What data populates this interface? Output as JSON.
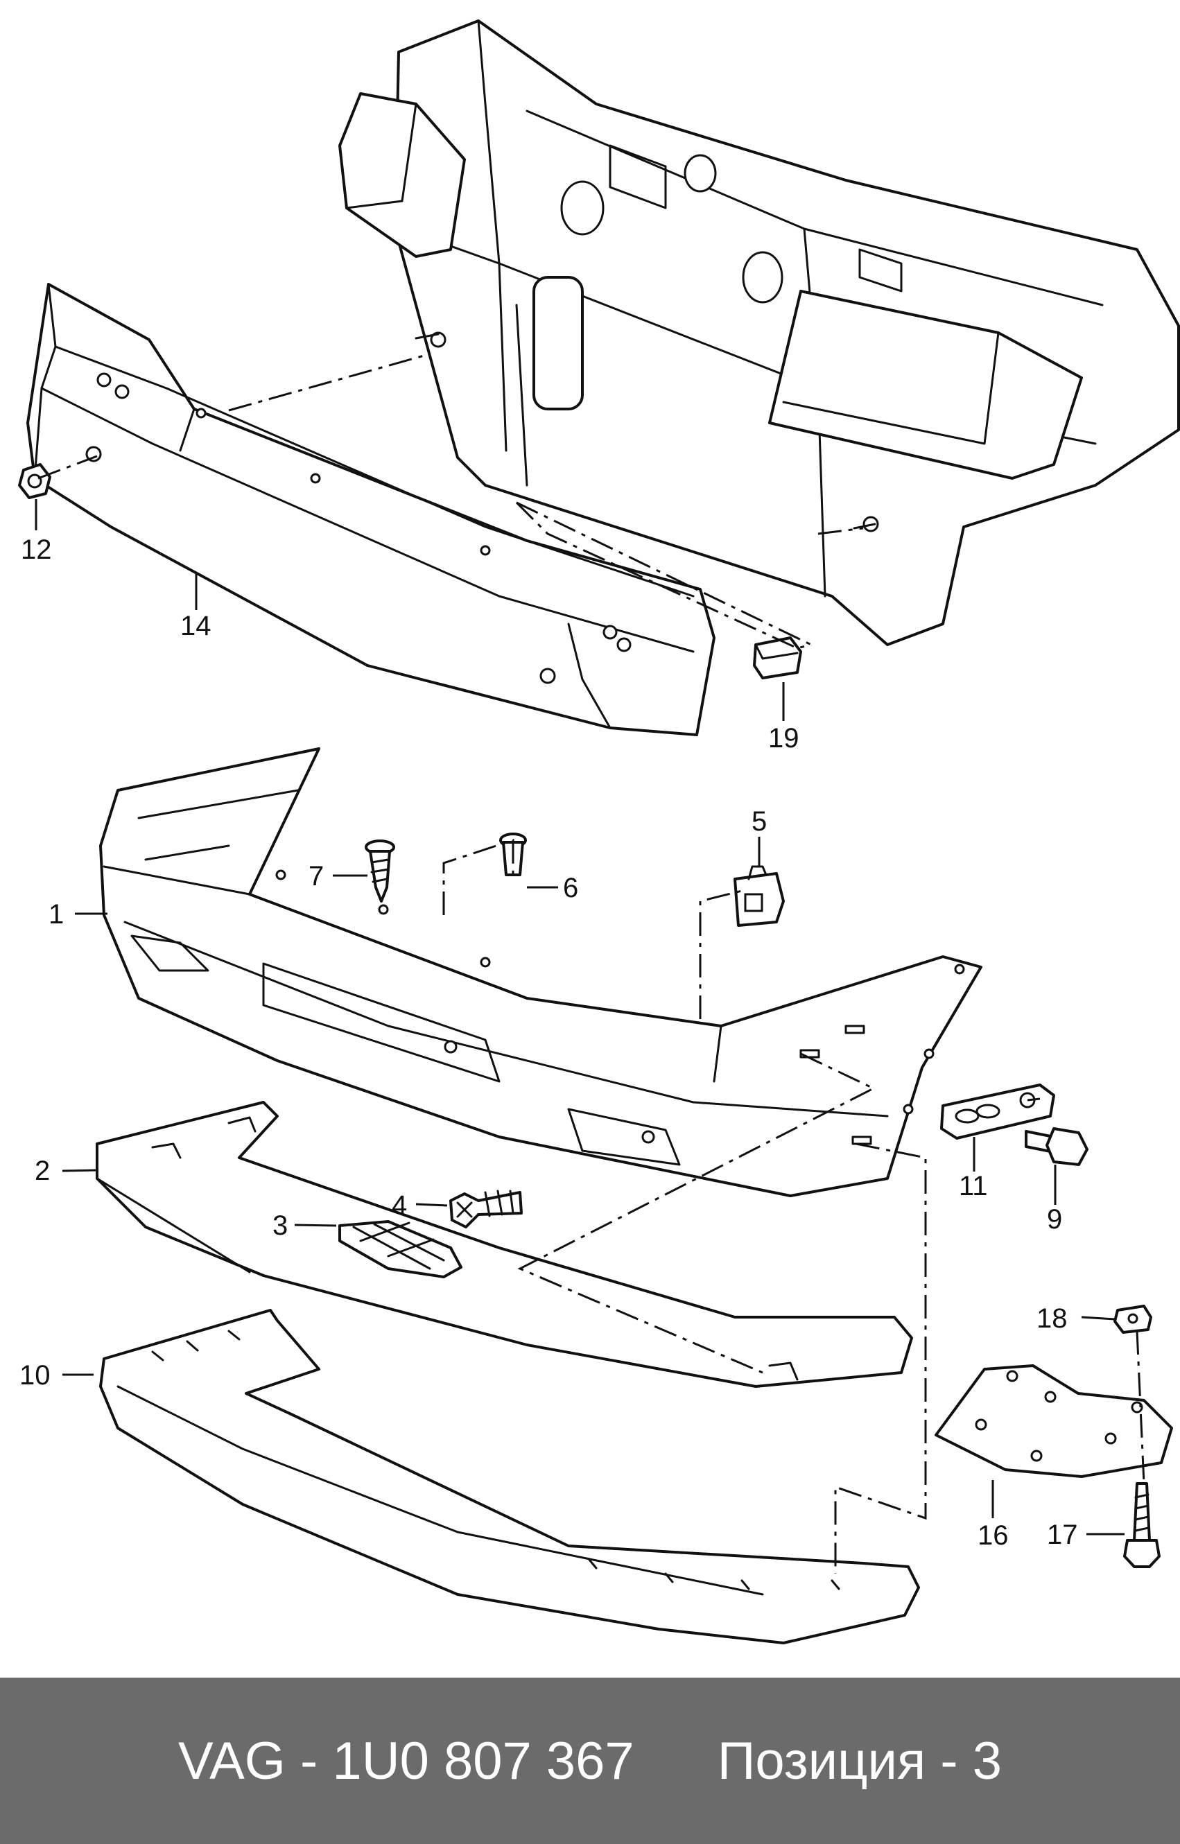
{
  "footer": {
    "part_number": "VAG - 1U0 807 367",
    "position": "Позиция - 3"
  },
  "callouts": {
    "c1": "1",
    "c2": "2",
    "c3": "3",
    "c4": "4",
    "c5": "5",
    "c6": "6",
    "c7": "7",
    "c9": "9",
    "c10": "10",
    "c11": "11",
    "c12": "12",
    "c14": "14",
    "c16": "16",
    "c17": "17",
    "c18": "18",
    "c19": "19"
  },
  "colors": {
    "background": "#ffffff",
    "linework": "#111111",
    "footer_background": "#6b6b6b",
    "footer_text": "#ffffff"
  }
}
